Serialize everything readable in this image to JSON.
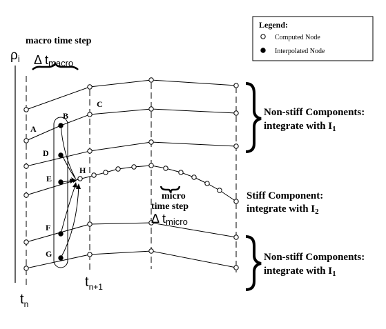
{
  "legend": {
    "title": "Legend:",
    "computed": "Computed Node",
    "interpolated": "Interpolated Node"
  },
  "labels": {
    "macro_step": "macro time step",
    "delta": "Δ t",
    "macro_sub": "macro",
    "rho": "ρ",
    "rho_sub": "i",
    "micro_step_1": "micro",
    "micro_step_2": "time step",
    "micro_sub": "micro",
    "t": "t",
    "tn_sub": "n",
    "tn1_sub": "n+1"
  },
  "points": [
    "A",
    "B",
    "C",
    "D",
    "E",
    "F",
    "G",
    "H"
  ],
  "groups": {
    "nonstiff_top_1": "Non-stiff Components:",
    "nonstiff_top_2": "integrate with I",
    "nonstiff_top_sub": "1",
    "stiff_1": "Stiff Component:",
    "stiff_2": "integrate with I",
    "stiff_sub": "2",
    "nonstiff_bot_1": "Non-stiff Components:",
    "nonstiff_bot_2": "integrate with I",
    "nonstiff_bot_sub": "1"
  }
}
